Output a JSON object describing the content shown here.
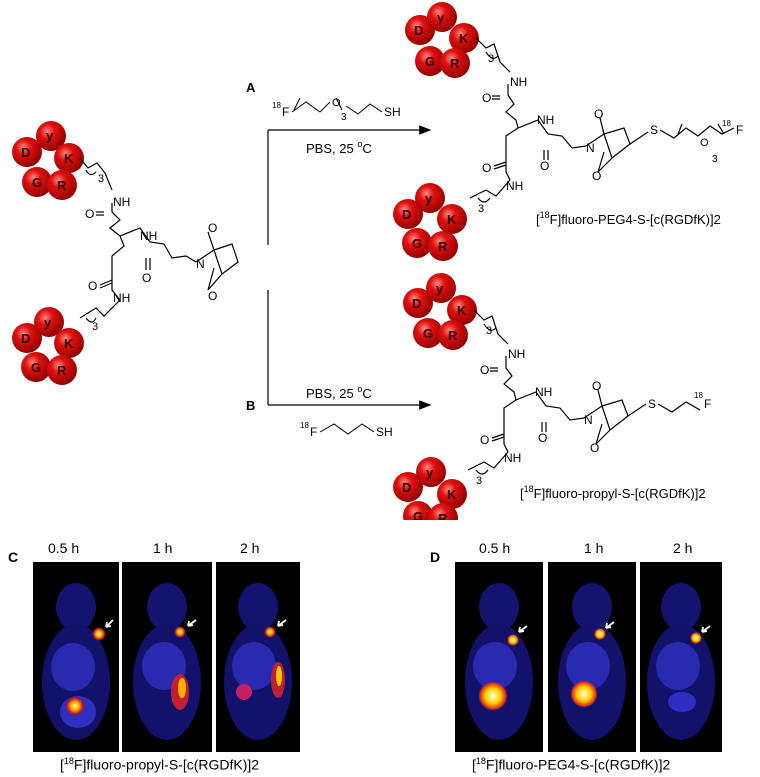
{
  "scheme": {
    "label_A": "A",
    "label_B": "B",
    "reagent_A_iso": "18",
    "reagent_A_F": "F",
    "reagent_A_sub3": "3",
    "reagent_A_O": "O",
    "reagent_A_SH": "SH",
    "conditions_A": "PBS, 25",
    "conditions_A_deg": "o",
    "conditions_A_unit": "C",
    "conditions_B": "PBS, 25",
    "conditions_B_deg": "o",
    "conditions_B_unit": "C",
    "reagent_B_iso": "18",
    "reagent_B_F": "F",
    "reagent_B_SH": "SH",
    "product_A_iso": "18",
    "product_A_rest": "F]fluoro-PEG4-S-[c(RGDfK)]2",
    "product_B_iso": "18",
    "product_B_rest": "F]fluoro-propyl-S-[c(RGDfK)]2",
    "peptide_letters": {
      "D": "D",
      "y": "y",
      "K": "K",
      "G": "G",
      "R": "R"
    },
    "atoms": {
      "NH": "NH",
      "O": "O",
      "N": "N",
      "S": "S",
      "F": "F",
      "n3": "3"
    }
  },
  "imaging": {
    "label_C": "C",
    "label_D": "D",
    "timepoints": [
      "0.5 h",
      "1 h",
      "2 h"
    ],
    "caption_C_iso": "18",
    "caption_C_rest": "F]fluoro-propyl-S-[c(RGDfK)]2",
    "caption_D_iso": "18",
    "caption_D_rest": "F]fluoro-PEG4-S-[c(RGDfK)]2"
  },
  "colors": {
    "bead_red": "#e0100f",
    "bead_dark": "#8a0000",
    "pet_background": "#000000",
    "pet_body": "#1a1aa0",
    "pet_hot": "#ffe600"
  }
}
